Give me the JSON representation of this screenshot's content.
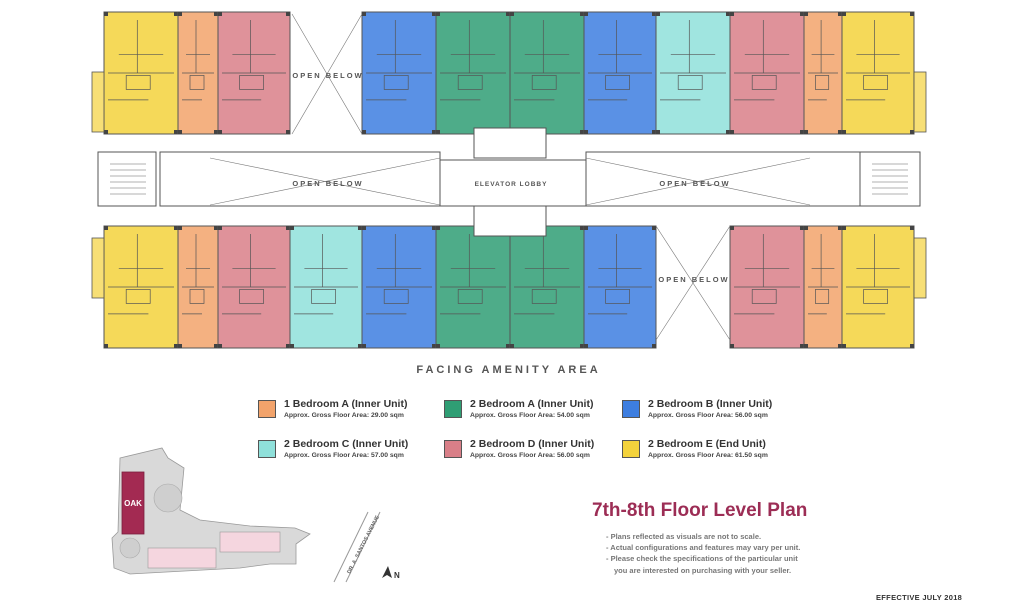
{
  "plan": {
    "open_below_labels": [
      "OPEN BELOW",
      "OPEN BELOW",
      "OPEN BELOW",
      "OPEN BELOW"
    ],
    "elevator_lobby": "ELEVATOR LOBBY",
    "facing": "FACING AMENITY AREA"
  },
  "legend": [
    {
      "label": "1 Bedroom A (Inner Unit)",
      "area": "Approx. Gross Floor Area: 29.00 sqm",
      "color": "#f2a36b"
    },
    {
      "label": "2 Bedroom A (Inner Unit)",
      "area": "Approx. Gross Floor Area: 54.00 sqm",
      "color": "#2f9e74"
    },
    {
      "label": "2 Bedroom B (Inner Unit)",
      "area": "Approx. Gross Floor Area: 56.00 sqm",
      "color": "#3d7ee0"
    },
    {
      "label": "2 Bedroom C (Inner Unit)",
      "area": "Approx. Gross Floor Area: 57.00 sqm",
      "color": "#8fe0da"
    },
    {
      "label": "2 Bedroom D (Inner Unit)",
      "area": "Approx. Gross Floor Area: 56.00 sqm",
      "color": "#d97f88"
    },
    {
      "label": "2 Bedroom E (End Unit)",
      "area": "Approx. Gross Floor Area: 61.50 sqm",
      "color": "#f3d23c"
    }
  ],
  "site_plan": {
    "building": "OAK",
    "street": "DR. A. SANTOS AVENUE",
    "north": "N"
  },
  "title": "7th-8th Floor Level Plan",
  "notes": [
    "- Plans reflected as visuals are not to scale.",
    "- Actual configurations and features may vary per unit.",
    "- Please check the specifications of the particular unit",
    "you are interested on purchasing with your seller."
  ],
  "effective": "EFFECTIVE JULY 2018",
  "colors": {
    "orange": "#f2a36b",
    "green": "#2f9e74",
    "blue": "#3d7ee0",
    "cyan": "#8fe0da",
    "pink": "#d97f88",
    "yellow": "#f3d23c",
    "title": "#9c2d55",
    "oak": "#a32a52"
  }
}
